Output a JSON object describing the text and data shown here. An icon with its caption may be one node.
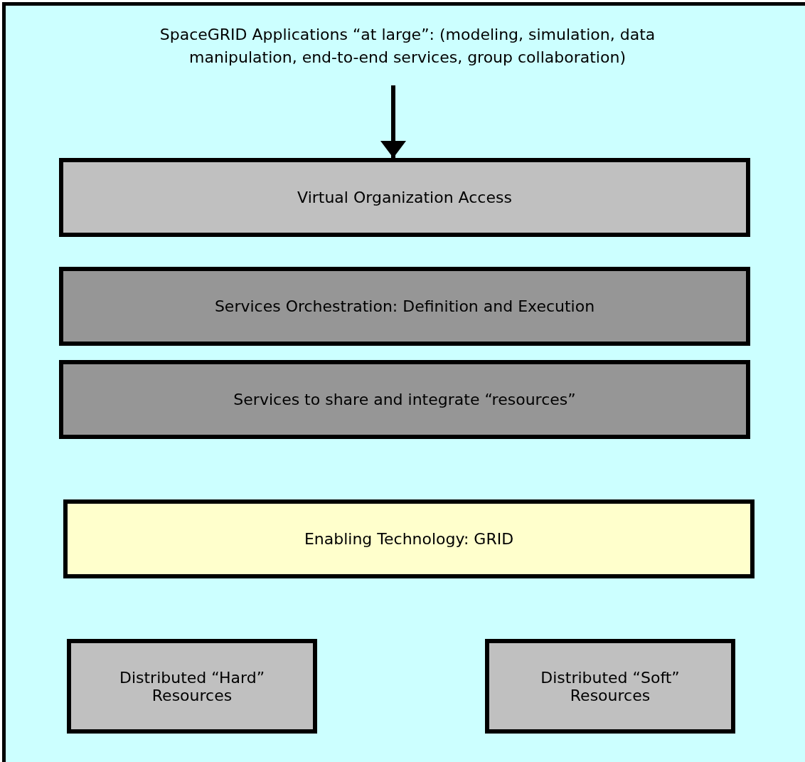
{
  "diagram": {
    "nodes": [
      {
        "text": [],
        "shape": "box"
      },
      {
        "text": [
          "SpaceGRID Applications “at large”:  (modeling, simulation, data manipulation, end-to-end services, group collaboration)"
        ],
        "in": 0
      },
      {
        "text": [
          "Virtual Organization Access"
        ],
        "in": 0
      },
      {
        "text": [
          "Services Orchestration: Definition and Execution"
        ],
        "in": 0
      },
      {
        "text": [
          "Services to share and integrate “resources”"
        ],
        "in": 0
      },
      {
        "text": [
          "Enabling Technology:  GRID"
        ],
        "in": 0
      },
      {
        "text": [
          "Distributed “Hard” Resources"
        ],
        "in": 0
      },
      {
        "text": [
          "Distributed “Soft” Resources"
        ],
        "in": 0
      }
    ],
    "edges": [
      {
        "from": 1,
        "to": 2,
        "arrow": "to"
      }
    ]
  }
}
